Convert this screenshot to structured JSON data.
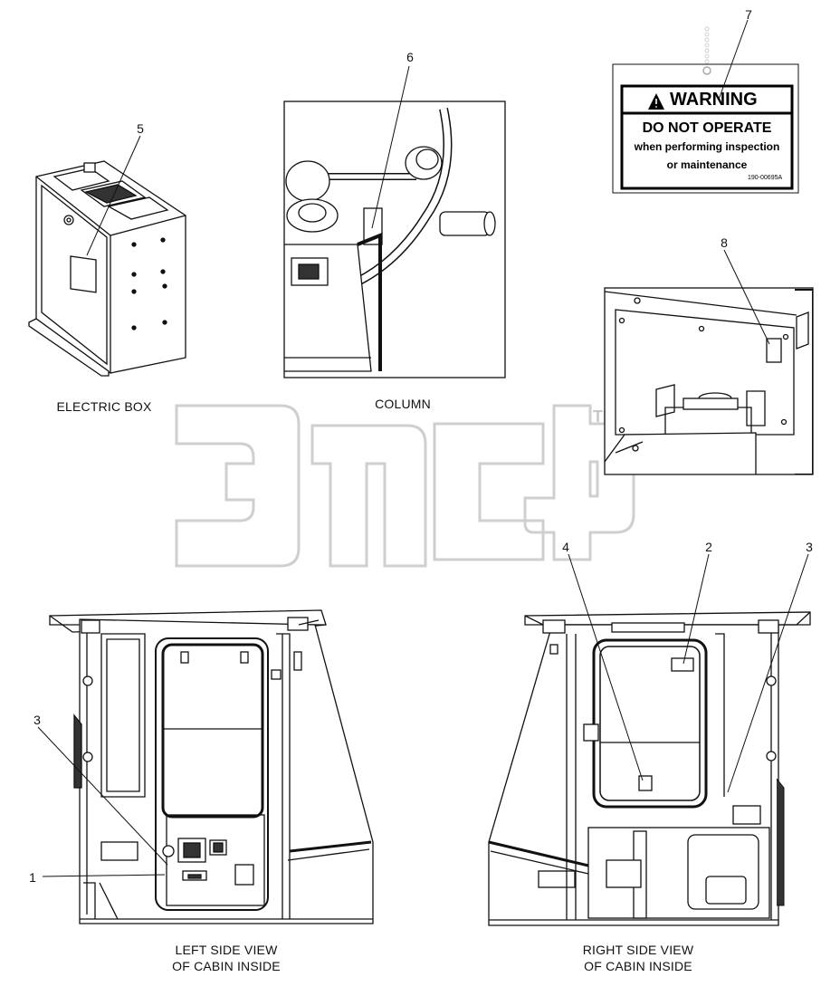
{
  "captions": {
    "electric_box": "ELECTRIC BOX",
    "column": "COLUMN",
    "left_view_line1": "LEFT SIDE VIEW",
    "left_view_line2": "OF CABIN INSIDE",
    "right_view_line1": "RIGHT SIDE VIEW",
    "right_view_line2": "OF CABIN INSIDE"
  },
  "callouts": {
    "c1": "1",
    "c2": "2",
    "c3_left": "3",
    "c3_right": "3",
    "c4": "4",
    "c5": "5",
    "c6": "6",
    "c7": "7",
    "c8": "8"
  },
  "warning_label": {
    "title": "WARNING",
    "main": "DO NOT OPERATE",
    "line2": "when performing inspection",
    "line3": "or maintenance",
    "code": "190-00695A"
  },
  "watermark": {
    "trademark": "TM"
  },
  "colors": {
    "line": "#111111",
    "watermark": "#cfcfcf",
    "background": "#ffffff"
  }
}
